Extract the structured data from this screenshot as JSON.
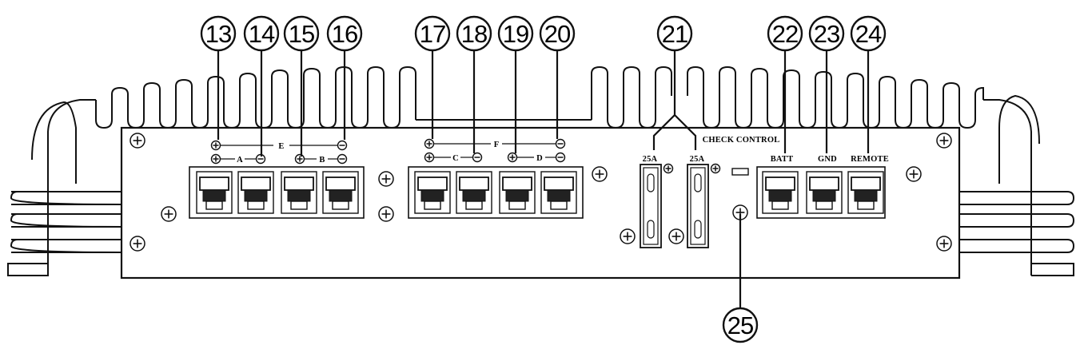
{
  "callouts": [
    {
      "num": "13"
    },
    {
      "num": "14"
    },
    {
      "num": "15"
    },
    {
      "num": "16"
    },
    {
      "num": "17"
    },
    {
      "num": "18"
    },
    {
      "num": "19"
    },
    {
      "num": "20"
    },
    {
      "num": "21"
    },
    {
      "num": "22"
    },
    {
      "num": "23"
    },
    {
      "num": "24"
    },
    {
      "num": "25"
    }
  ],
  "speaker_labels": {
    "group_e": "E",
    "group_f": "F",
    "ch_a": "A",
    "ch_b": "B",
    "ch_c": "C",
    "ch_d": "D"
  },
  "fuse_labels": [
    "25A",
    "25A"
  ],
  "power_labels": {
    "check_control": "CHECK CONTROL",
    "batt": "BATT",
    "gnd": "GND",
    "remote": "REMOTE"
  },
  "polarity_symbols": {
    "positive": "+",
    "negative": "−"
  }
}
